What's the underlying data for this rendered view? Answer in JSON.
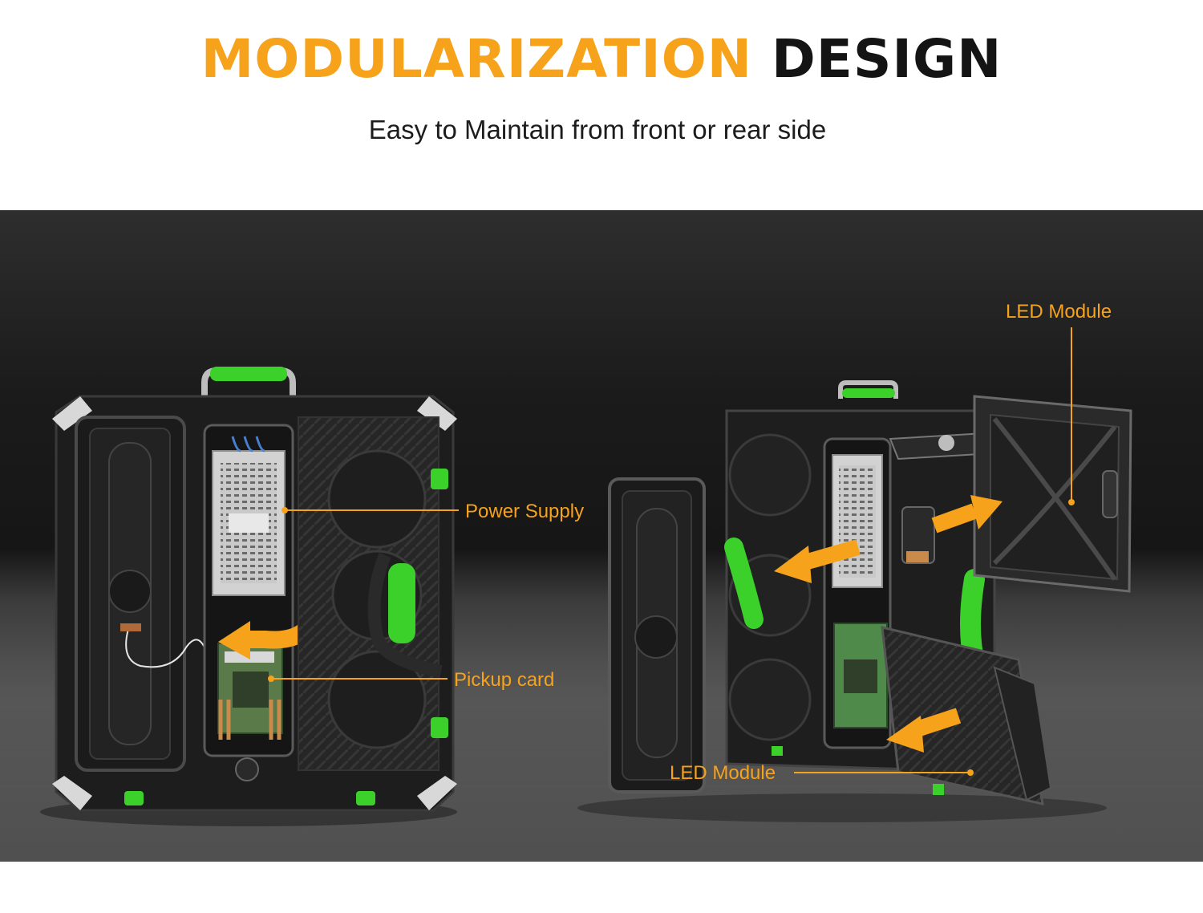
{
  "header": {
    "title_part1": "MODULARIZATION",
    "title_part2": "DESIGN",
    "subtitle": "Easy to Maintain from front or rear side"
  },
  "callouts": {
    "power_supply": "Power Supply",
    "pickup_card": "Pickup card",
    "led_module_top": "LED Module",
    "led_module_bottom": "LED Module"
  },
  "icons": [
    "handle-icon",
    "arrow-icon",
    "power-supply-icon",
    "pickup-card-icon",
    "led-module-icon",
    "cabinet-icon"
  ],
  "colors": {
    "accent_orange": "#f7a21b",
    "handle_green": "#3bd12a",
    "title_dark": "#141414",
    "cabinet_dark": "#1e1e1e"
  }
}
